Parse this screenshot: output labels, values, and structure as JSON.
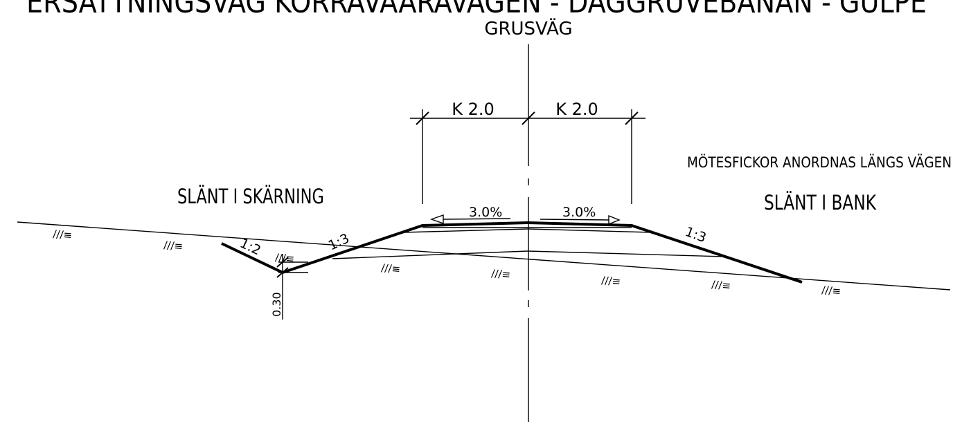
{
  "title": "ERSÄTTNINGSVÄG KORRAVAARAVÄGEN - DAGGRUVEBANAN - GULPÉ",
  "subtitle": "GRUSVÄG",
  "dimensions": {
    "left": "K 2.0",
    "right": "K 2.0"
  },
  "crossfall": {
    "left": "3.0%",
    "right": "3.0%"
  },
  "labels": {
    "cut_slope": "SLÄNT I SKÄRNING",
    "fill_slope": "SLÄNT I BANK",
    "note": "MÖTESFICKOR ANORDNAS LÄNGS VÄGEN"
  },
  "slopes": {
    "ditch": "1:2",
    "cut": "1:3",
    "fill": "1:3"
  },
  "ditch_depth": "0.30",
  "hatch_symbol": "///≡"
}
